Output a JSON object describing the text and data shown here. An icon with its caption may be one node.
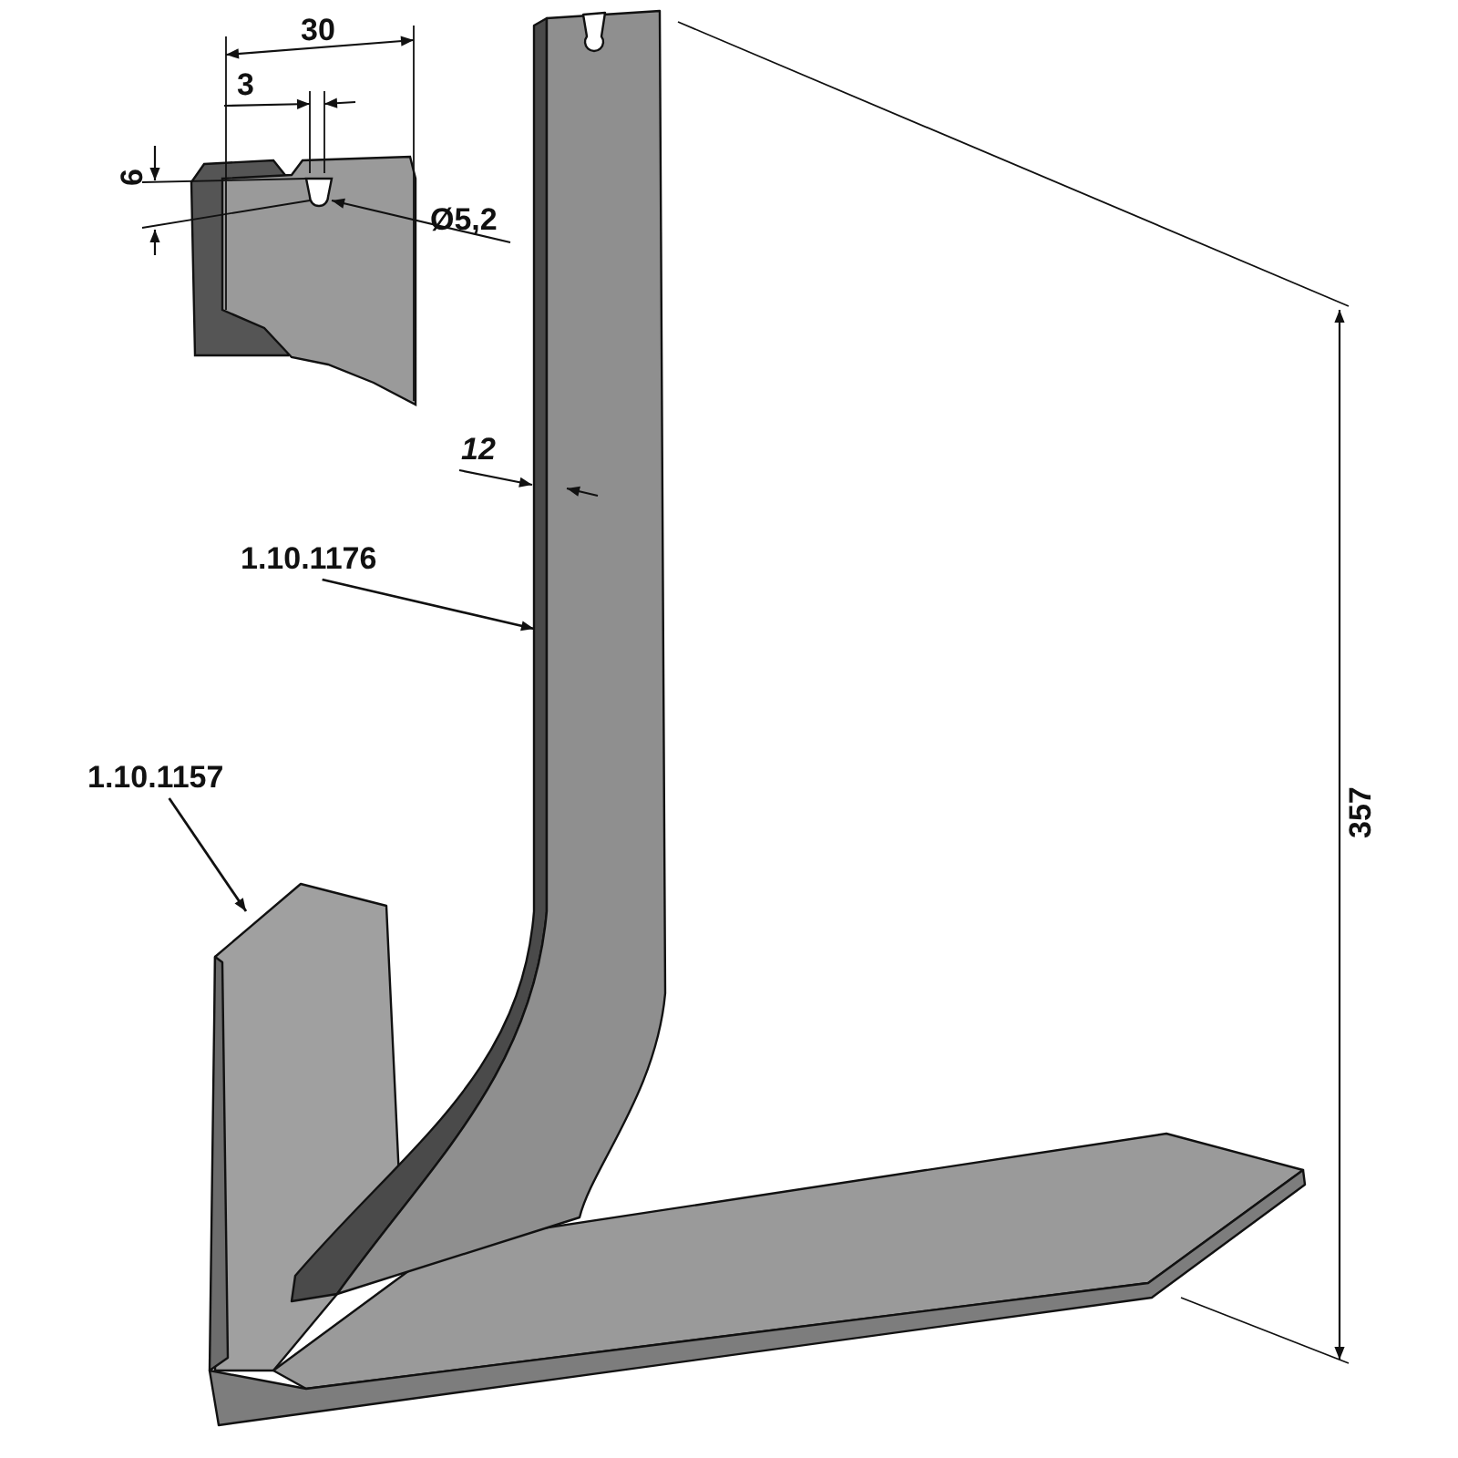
{
  "diagram": {
    "nodes": [
      {
        "text": [
          "1.10.1176"
        ]
      },
      {
        "text": [],
        "shape": "picture"
      },
      {
        "text": [
          "1.10.1157"
        ]
      },
      {
        "text": [],
        "shape": "picture"
      }
    ],
    "edges": [
      {
        "from": 0,
        "to": 1,
        "arrow": "to"
      },
      {
        "from": 2,
        "to": 3,
        "arrow": "to"
      }
    ],
    "labels": [
      "30",
      "3",
      "6",
      "Ø5,2",
      "12",
      "357"
    ]
  }
}
